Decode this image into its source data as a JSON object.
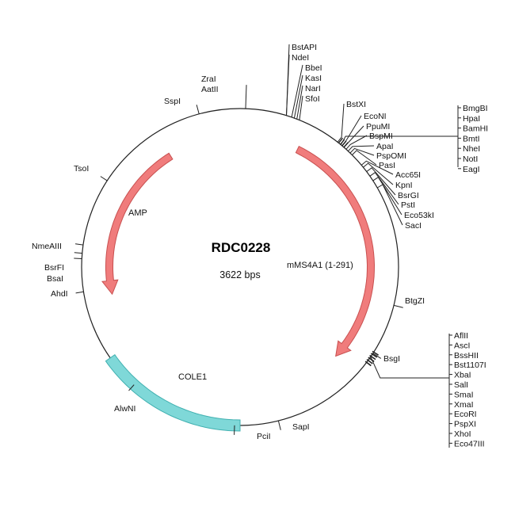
{
  "plasmid": {
    "name": "RDC0228",
    "length_label": "3622 bps",
    "length_bp": 3622
  },
  "colors": {
    "backbone": "#222222",
    "arrow_fill": "#f07c7c",
    "arrow_stroke": "#c85050",
    "cole1_fill": "#7fd8d8",
    "cole1_stroke": "#40b0b0",
    "tick": "#222222"
  },
  "features": [
    {
      "name": "AMP",
      "type": "arrow",
      "start_deg": 328,
      "end_deg": 258,
      "direction": "ccw",
      "color": "arrow"
    },
    {
      "name": "mMS4A1 (1-291)",
      "type": "arrow",
      "start_deg": 26,
      "end_deg": 133,
      "direction": "cw",
      "color": "arrow"
    },
    {
      "name": "COLE1",
      "type": "bar",
      "start_deg": 235,
      "end_deg": 180,
      "color": "cole1"
    }
  ],
  "single_sites": [
    {
      "name": "ZraI",
      "deg": 2
    },
    {
      "name": "AatII",
      "deg": 2
    },
    {
      "name": "SspI",
      "deg": 345
    },
    {
      "name": "TsoI",
      "deg": 303
    },
    {
      "name": "NmeAIII",
      "deg": 278
    },
    {
      "name": "BsrFI",
      "deg": 275
    },
    {
      "name": "BsaI",
      "deg": 273
    },
    {
      "name": "AhdI",
      "deg": 261
    },
    {
      "name": "AlwNI",
      "deg": 222
    },
    {
      "name": "PciI",
      "deg": 182
    },
    {
      "name": "SapI",
      "deg": 166
    },
    {
      "name": "BsgI",
      "deg": 123
    },
    {
      "name": "BtgZI",
      "deg": 104
    }
  ],
  "top_sites": [
    "BstAPI",
    "NdeI",
    "BbeI",
    "KasI",
    "NarI",
    "SfoI"
  ],
  "right_upper_sites": [
    "BstXI",
    "EcoNI",
    "PpuMI",
    "BspMI",
    "ApaI",
    "PspOMI",
    "PasI",
    "Acc65I",
    "KpnI",
    "BsrGI",
    "PstI",
    "Eco53kI",
    "SacI"
  ],
  "right_bracket_sites": [
    "BmgBI",
    "HpaI",
    "BamHI",
    "BmtI",
    "NheI",
    "NotI",
    "EagI"
  ],
  "lower_bracket_sites": [
    "AflII",
    "AscI",
    "BssHII",
    "Bst1107I",
    "XbaI",
    "SalI",
    "SmaI",
    "XmaI",
    "EcoRI",
    "PspXI",
    "XhoI",
    "Eco47III"
  ]
}
